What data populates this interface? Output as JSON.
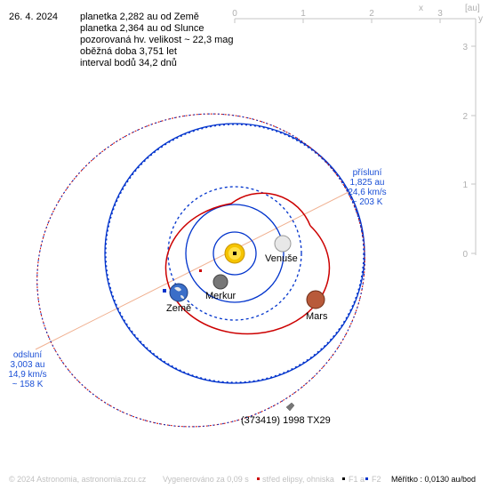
{
  "date": "26. 4. 2024",
  "info": [
    "planetka 2,282 au od Země",
    "planetka 2,364 au od Slunce",
    "pozorovaná hv. velikost ~ 22,3 mag",
    "oběžná doba 3,751 let",
    "interval bodů 34,2 dnů"
  ],
  "axes": {
    "x_label": "x",
    "y_label": "y",
    "unit": "[au]",
    "x_ticks": [
      "0",
      "1",
      "2",
      "3"
    ],
    "y_ticks": [
      "3",
      "2",
      "1",
      "0"
    ]
  },
  "perihelion": {
    "title": "přísluní",
    "distance": "1,825 au",
    "speed": "24,6 km/s",
    "temp": "~ 203 K"
  },
  "aphelion": {
    "title": "odsluní",
    "distance": "3,003 au",
    "speed": "14,9 km/s",
    "temp": "~ 158 K"
  },
  "planets": {
    "venus": "Venuše",
    "mercury": "Merkur",
    "earth": "Země",
    "mars": "Mars"
  },
  "asteroid_name": "(373419) 1998 TX29",
  "footer": {
    "copyright": "© 2024 Astronomia, astronomia.zcu.cz",
    "generated": "Vygenerováno za 0,09 s",
    "legend_center": "střed elipsy, ohniska",
    "f1": "F1 a",
    "f2": "F2",
    "scale": "Měřítko : 0,0130 au/bod"
  },
  "colors": {
    "sun": "#f2c200",
    "orbit_blue": "#0033cc",
    "orbit_red": "#cc0000",
    "asteroid_orbit": "#cc0000",
    "apsis_line": "#f0b090",
    "axis_gray": "#bbbbbb",
    "label_blue": "#1a4fd6"
  }
}
